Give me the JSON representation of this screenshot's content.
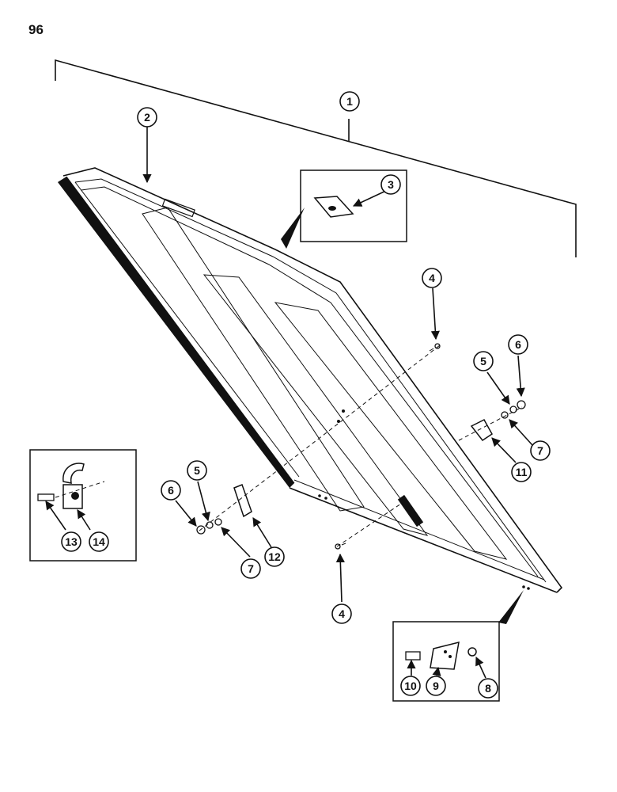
{
  "page_number": "96",
  "callouts": [
    "1",
    "2",
    "3",
    "4",
    "4",
    "5",
    "5",
    "6",
    "6",
    "7",
    "7",
    "8",
    "9",
    "10",
    "11",
    "12",
    "13",
    "14"
  ],
  "colors": {
    "ink": "#111111",
    "paper": "#ffffff"
  }
}
